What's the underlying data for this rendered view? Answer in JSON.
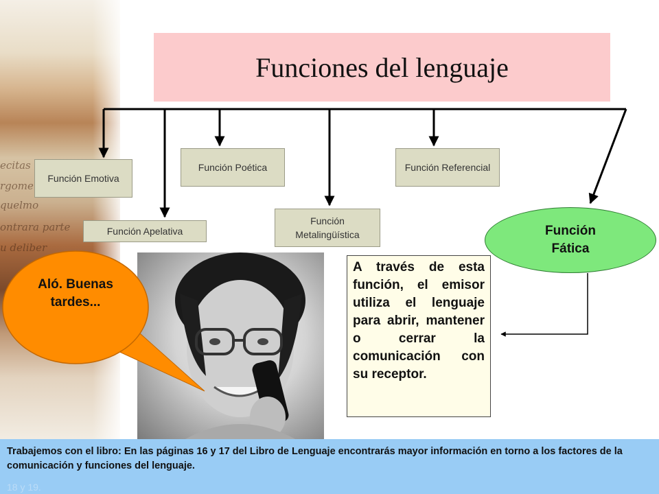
{
  "title": "Funciones del lenguaje",
  "functions": {
    "emotiva": "Función Emotiva",
    "apelativa": "Función Apelativa",
    "poetica": "Función Poética",
    "metalinguistica": "Función Metalingüística",
    "referencial": "Función Referencial",
    "fatica": "Función Fática"
  },
  "description": "A través de esta función, el emisor utiliza el lenguaje para abrir, mantener o cerrar la comunicación con su receptor.",
  "speech_bubble": "Aló. Buenas tardes...",
  "footer": {
    "note": "Trabajemos con el libro: En las páginas 16 y 17 del Libro de Lenguaje encontrarás mayor información en torno a los factores de la comunicación y funciones del lenguaje.",
    "ghost": "18 y 19."
  },
  "colors": {
    "title_bg": "#fccbcc",
    "function_box": "#dcdcc4",
    "fatica_fill": "#7ee87c",
    "bubble_fill": "#ff8c00",
    "footer_bg": "#99ccf5"
  }
}
